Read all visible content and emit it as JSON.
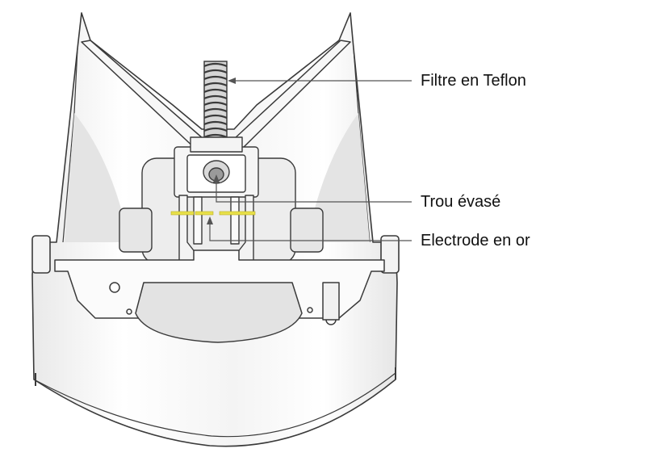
{
  "labels": {
    "filter": "Filtre en Teflon",
    "hole": "Trou évasé",
    "electrode": "Electrode en or"
  },
  "colors": {
    "outline": "#3a3a3a",
    "body_fill": "#f1f1f1",
    "shade": "#dcdcdc",
    "electrode": "#e8e04a",
    "leader": "#555555"
  }
}
